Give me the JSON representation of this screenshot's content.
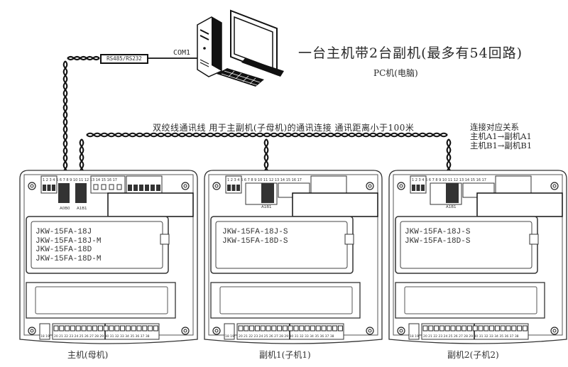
{
  "title": "一台主机带2台副机(最多有54回路)",
  "pc": {
    "label": "PC机(电脑)",
    "port_label": "COM1",
    "converter_label": "RS485/RS232"
  },
  "bus": {
    "label": "双绞线通讯线 用于主副机(子母机)的通讯连接 通讯距离小于100米"
  },
  "relation": {
    "heading": "连接对应关系",
    "lines": [
      "主机A1→副机A1",
      "主机B1→副机B1"
    ]
  },
  "units": [
    {
      "name": "主机(母机)",
      "models": [
        "JKW-15FA-18J",
        "JKW-15FA-18J-M",
        "JKW-15FA-18D",
        "JKW-15FA-18D-M"
      ],
      "terminal_labels": [
        "A0B0",
        "A1B1"
      ],
      "bottom_left_terminals": "18 19"
    },
    {
      "name": "副机1(子机1)",
      "models": [
        "JKW-15FA-18J-S",
        "JKW-15FA-18D-S"
      ],
      "terminal_labels": [
        "A1B1"
      ],
      "bottom_left_terminals": "18 19"
    },
    {
      "name": "副机2(子机2)",
      "models": [
        "JKW-15FA-18J-S",
        "JKW-15FA-18D-S"
      ],
      "terminal_labels": [
        "A1B1"
      ],
      "bottom_left_terminals": "18 19"
    }
  ],
  "top_terminal_numbers": [
    "1",
    "2",
    "3",
    "4",
    "5",
    "6",
    "7",
    "8",
    "9",
    "10",
    "11",
    "12",
    "13",
    "14",
    "15",
    "16",
    "17"
  ],
  "bottom_terminal_numbers": [
    "20",
    "21",
    "22",
    "23",
    "24",
    "25",
    "26",
    "27",
    "28",
    "29",
    "30",
    "31",
    "32",
    "33",
    "34",
    "35",
    "36",
    "37",
    "38"
  ]
}
